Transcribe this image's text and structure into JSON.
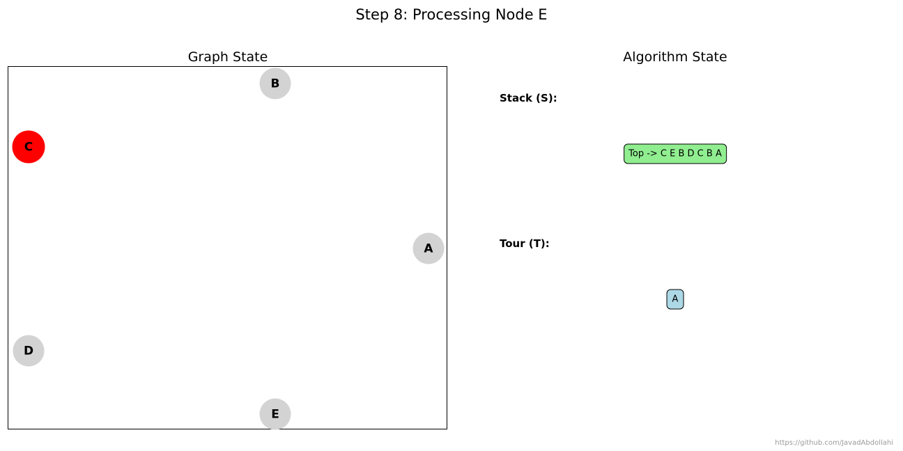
{
  "figure": {
    "title": "Step 8: Processing Node E"
  },
  "graph_panel": {
    "title": "Graph State",
    "nodes": [
      {
        "label": "B",
        "status": "unvisited"
      },
      {
        "label": "C",
        "status": "active"
      },
      {
        "label": "A",
        "status": "unvisited"
      },
      {
        "label": "D",
        "status": "unvisited"
      },
      {
        "label": "E",
        "status": "unvisited"
      }
    ]
  },
  "algorithm_panel": {
    "title": "Algorithm State",
    "stack_label": "Stack (S):",
    "stack_content": "Top -> C E B D C B A",
    "tour_label": "Tour (T):",
    "tour_content": "A"
  },
  "watermark": "https://github.com/JavadAbdollahi",
  "colors": {
    "node_default": "#d3d3d3",
    "node_active": "#ff0000",
    "stack_box": "#90ee90",
    "tour_box": "#add8e6"
  }
}
